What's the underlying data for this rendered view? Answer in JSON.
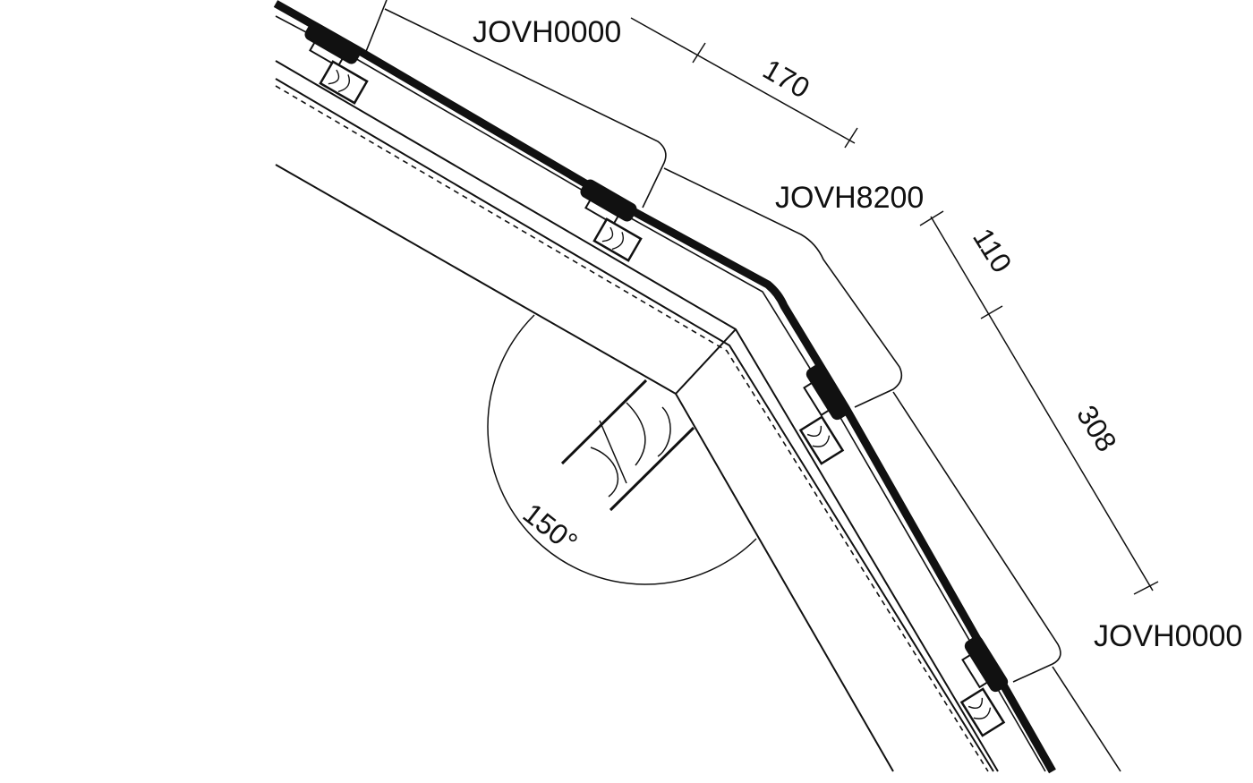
{
  "part_labels": {
    "top_tile": "JOVH0000",
    "ridge_tile": "JOVH8200",
    "lower_tile": "JOVH0000"
  },
  "dimensions": {
    "top_overlap": "170",
    "ridge_overlap": "110",
    "lower_length": "308"
  },
  "angle": {
    "value": "150°"
  },
  "colors": {
    "line": "#111111",
    "background": "#ffffff"
  }
}
